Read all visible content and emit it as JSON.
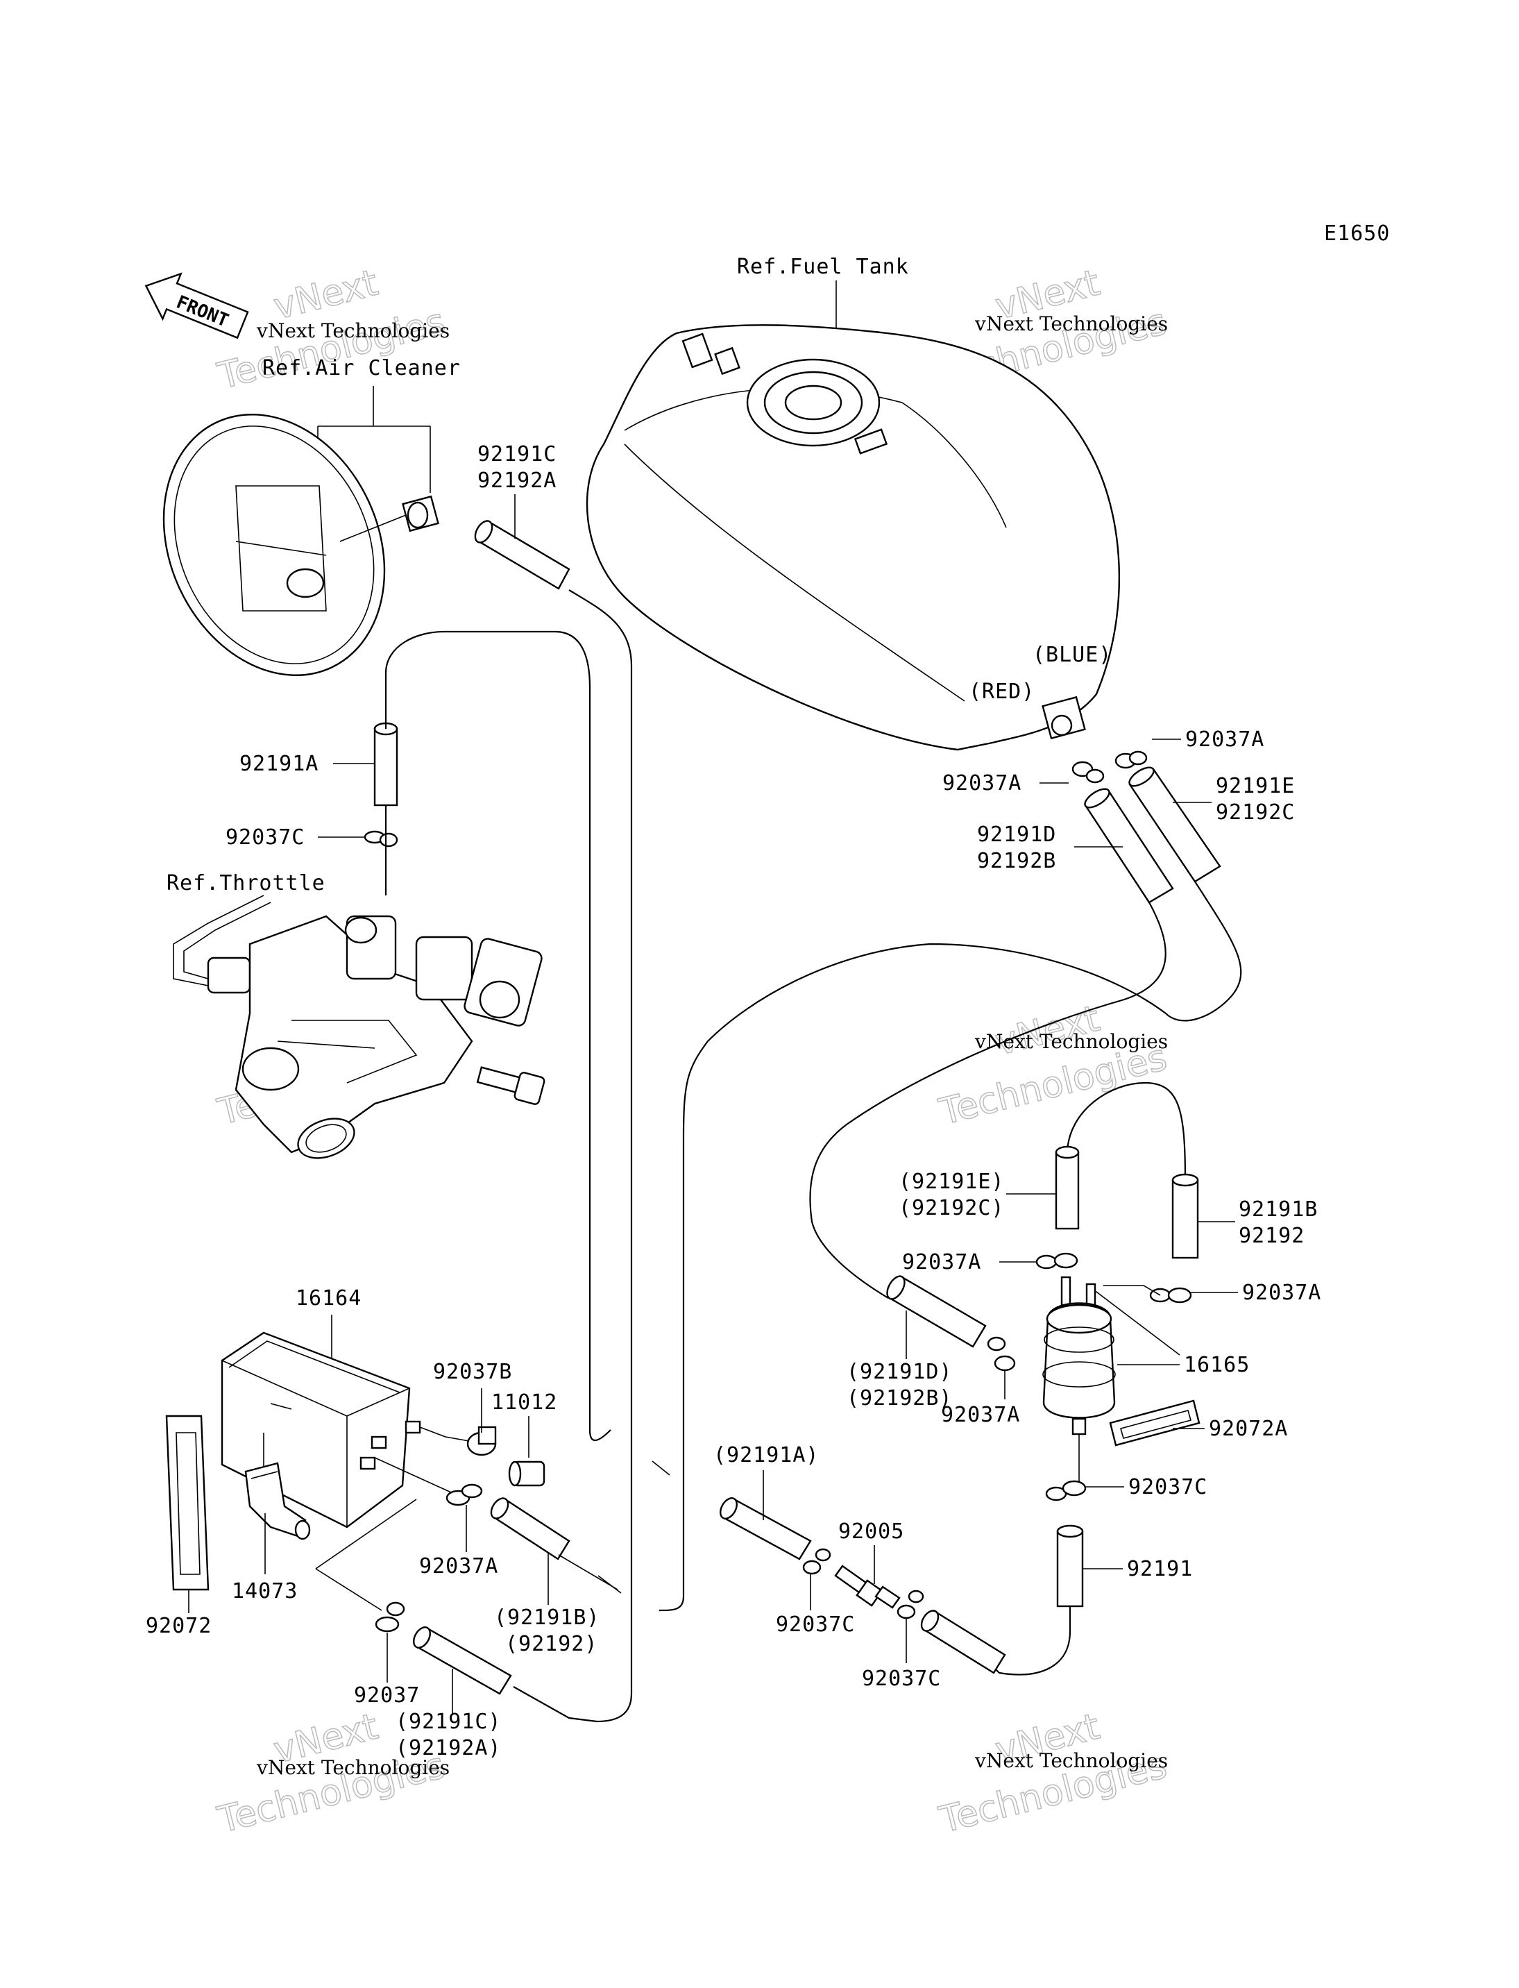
{
  "diagram_code": "E1650",
  "front_label": "FRONT",
  "references": {
    "fuel_tank": "Ref.Fuel Tank",
    "air_cleaner": "Ref.Air Cleaner",
    "throttle": "Ref.Throttle"
  },
  "color_marks": {
    "blue": "(BLUE)",
    "red": "(RED)"
  },
  "watermark": {
    "line1": "vNext Technologies",
    "line2": "vNext",
    "line3": "Technologies"
  },
  "part_labels": {
    "p92191C": "92191C",
    "p92192A": "92192A",
    "p92191A": "92191A",
    "p92037C_top": "92037C",
    "p92037A_tank_r": "92037A",
    "p92037A_tank_l": "92037A",
    "p92191E": "92191E",
    "p92192C": "92192C",
    "p92191D": "92191D",
    "p92192B": "92192B",
    "p92191E_par": "(92191E)",
    "p92192C_par": "(92192C)",
    "p92191B": "92191B",
    "p92192": "92192",
    "p92037A_mid_l": "92037A",
    "p92037A_mid_r": "92037A",
    "p16165": "16165",
    "p92191D_par": "(92191D)",
    "p92192B_par": "(92192B)",
    "p92037A_filter": "92037A",
    "p92072A": "92072A",
    "p92037C_filter": "92037C",
    "p92191": "92191",
    "p16164": "16164",
    "p92037B": "92037B",
    "p11012": "11012",
    "p92072": "92072",
    "p14073": "14073",
    "p92037A_can": "92037A",
    "p92191B_par": "(92191B)",
    "p92192_par": "(92192)",
    "p92037": "92037",
    "p92191C_par": "(92191C)",
    "p92192A_par": "(92192A)",
    "p92191A_par": "(92191A)",
    "p92005": "92005",
    "p92037C_valve_l": "92037C",
    "p92037C_valve_r": "92037C"
  }
}
